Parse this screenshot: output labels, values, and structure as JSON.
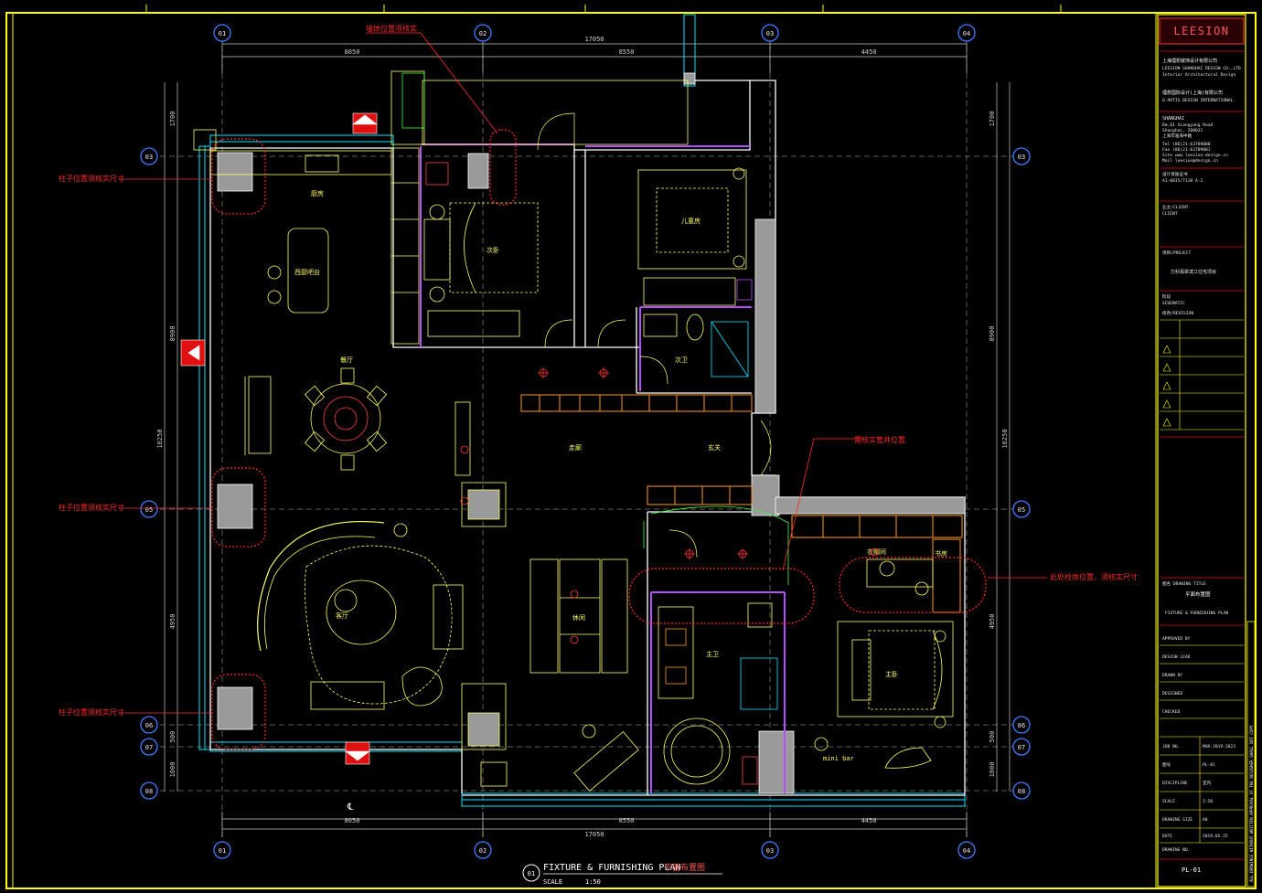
{
  "drawing": {
    "title": "FIXTURE & FURNISHING PLAN",
    "title_cn": "平面布置图",
    "number_circle": "01",
    "scale_label": "SCALE",
    "scale_value": "1:50"
  },
  "grid": {
    "top": [
      "01",
      "02",
      "03",
      "04"
    ],
    "left": [
      "03",
      "05",
      "06",
      "07",
      "08"
    ],
    "right": [
      "03",
      "05",
      "06",
      "07",
      "08"
    ],
    "bottom": [
      "01",
      "02",
      "03",
      "04"
    ]
  },
  "dimensions": {
    "top_total": "17050",
    "top_segments": [
      "8050",
      "8550",
      "4450"
    ],
    "bottom_total": "17050",
    "bottom_segments": [
      "8050",
      "8550",
      "4450"
    ],
    "left_total": "16250",
    "left_segments": [
      "1700",
      "8900",
      "4950",
      "500",
      "1000"
    ],
    "right_total": "16250",
    "right_segments": [
      "1700",
      "8900",
      "4950",
      "500",
      "1000"
    ]
  },
  "rooms": {
    "kitchen": "厨房",
    "bar": "西厨吧台",
    "bedroom_a": "次卧",
    "bedroom_b": "儿童房",
    "bath": "次卫",
    "living": "客厅",
    "dining": "餐厅",
    "corridor": "走廊",
    "entry": "玄关",
    "lounge": "休闲",
    "master_bath": "主卫",
    "master_bed": "主卧",
    "cloak": "衣帽间",
    "study": "书房",
    "mini_bar": "mini bar"
  },
  "annotations": {
    "left_1": "柱子位置须核实尺寸",
    "left_2": "柱子位置须核实尺寸",
    "left_3": "柱子位置须核实尺寸",
    "top": "墙体位置须核实",
    "right_door": "需核实管井位置",
    "right_cloud": "此处柱体位置，须核实尺寸"
  },
  "title_block": {
    "logo": "LEESION",
    "company_cn": "上海理想装饰设计有限公司",
    "company_en": "LEESION SHANGHAI DESIGN CO.,LTD",
    "company_sub": "Interior Architectural Design",
    "group_cn": "理想国际设计(上海)有限公司",
    "group_en": "Q-ARTIS DESIGN INTERNATIONAL",
    "city": "SHANGHAI",
    "addr1": "Rm.01 Xiangyang Road",
    "addr2": "Shanghai, 200031",
    "addr3": "上海市淮海中路",
    "tel": "Tel   (86)21-63789000",
    "fax": "Fax   (86)21-63789001",
    "site": "Site  www.leesion-design.cn",
    "mail": "Mail  leesion@design.cn",
    "licence_label": "设计资质证书",
    "licence": "A1-0815/7118 A-1",
    "client_label": "业主/CLIENT",
    "client": "CLIENT",
    "project_label": "项目/PROJECT",
    "project": "万科翡翠滨江住宅项目",
    "stage_label": "阶段",
    "stage": "SCHEMATIC",
    "rev_label": "修改/REVISION",
    "drawing_title_label": "图名 DRAWING TITLE",
    "drawing_title_cn": "平面布置图",
    "drawing_title_en": "FIXTURE & FURNISHING PLAN",
    "approved": "APPROVED BY",
    "design_lead": "DESIGN LEAD",
    "drawn": "DRAWN BY",
    "designed": "DESIGNED",
    "checked": "CHECKED",
    "job_no_label": "JOB NO.",
    "job_no": "MAR-2019-2023",
    "drawing_no_label": "图号",
    "drawing_no": "PL-01",
    "discipline_label": "DISCIPLINE",
    "discipline": "室内",
    "scale_label": "SCALE",
    "scale": "1:50",
    "size_label": "DRAWING SIZE",
    "size": "A0",
    "date_label": "DATE",
    "date": "2019.05.25",
    "sheet_label": "DRAWING NO.",
    "sheet": "PL-01",
    "side_note": "ALL DRAWINGS WITHOUT WRITTEN APPROVAL OF THE DESIGNER SHALL NOT COPY"
  },
  "colors": {
    "frame": "#ffff00",
    "wall": "#ffffff",
    "furniture": "#ffff66",
    "window": "#00e5ff",
    "partition": "#b44dff",
    "note": "#ff2a2a",
    "cabinet": "#ff9a1f",
    "green": "#3dff3d"
  }
}
